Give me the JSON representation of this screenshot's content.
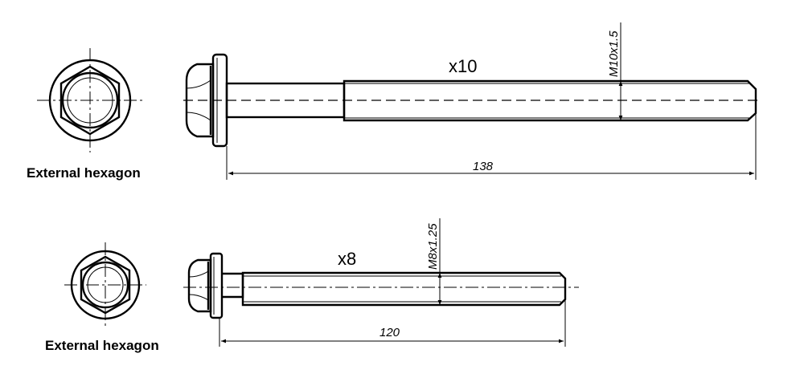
{
  "bolt_large": {
    "quantity": "x10",
    "thread": "M10x1.5",
    "length": "138",
    "view_label": "External hexagon"
  },
  "bolt_small": {
    "quantity": "x8",
    "thread": "M8x1.25",
    "length": "120",
    "view_label": "External hexagon"
  }
}
